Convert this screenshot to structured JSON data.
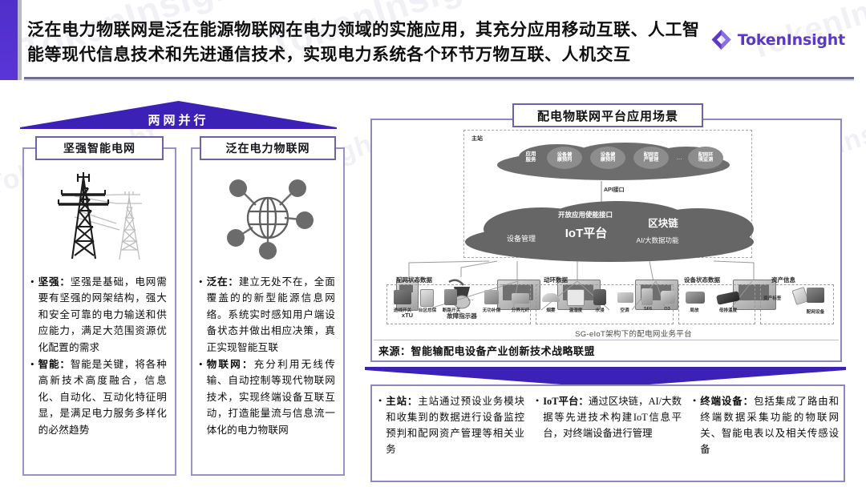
{
  "header": {
    "title": "泛在电力物联网是泛在能源物联网在电力领域的实施应用，其充分应用移动互联、人工智能等现代信息技术和先进通信技术，实现电力系统各个环节万物互联、人机交互",
    "logo_text": "TokenInsight",
    "logo_mark_icon": "diamond-logo-icon",
    "accent_color": "#5b38c9",
    "rule_color": "#6f6f86"
  },
  "left": {
    "roof_label": "两网并行",
    "roof_color": "#3b21b5",
    "pillars": [
      {
        "title": "坚强智能电网",
        "art_icon": "transmission-tower-icon",
        "bullets": [
          {
            "term": "坚强：",
            "text": "坚强是基础，电网需要有坚强的网架结构，强大和安全可靠的电力输送和供应能力，满足大范围资源优化配置的需求"
          },
          {
            "term": "智能：",
            "text": "智能是关键，将各种高新技术高度融合，信息化、自动化、互动化特征明显，是满足电力服务多样化的必然趋势"
          }
        ]
      },
      {
        "title": "泛在电力物联网",
        "art_icon": "globe-network-icon",
        "bullets": [
          {
            "term": "泛在：",
            "text": "建立无处不在，全面覆盖的的新型能源信息网络。系统实时感知用户端设备状态并做出相应决策，真正实现智能互联"
          },
          {
            "term": "物联网：",
            "text": "充分利用无线传输、自动控制等现代物联网技术，实现终端设备互联互动，打造能量流与信息流一体化的电力物联网"
          }
        ]
      }
    ]
  },
  "right": {
    "diagram_title": "配电物联网平台应用场景",
    "diagram_caption": "SG-eIoT架构下的配电网业务平台",
    "source_label": "来源：智能输配电设备产业创新技术战略联盟",
    "diagram": {
      "zone_label": "主站",
      "top_cloud": {
        "left_label": "应用\n服务",
        "pills": [
          "设备健\n康预判",
          "设备健\n康预判",
          "配网资\n产管理",
          "配网环\n境监测"
        ],
        "ellipsis": "…"
      },
      "api_label": "API接口",
      "main_cloud": {
        "top_label": "开放应用使能接口",
        "center_label": "IoT平台",
        "left_label": "设备管理",
        "right_label": "区块链",
        "sub_label": "AI/大数据功能"
      },
      "terminals": [
        {
          "name": "xTU",
          "icon": "rtu-cabinet-icon"
        },
        {
          "name": "故障指示器",
          "icon": "fault-indicator-icon"
        },
        {
          "name": "",
          "icon": "dtu-box-icon"
        },
        {
          "name": "",
          "icon": "dtu-box-icon"
        },
        {
          "name": "",
          "icon": "dtu-box-icon"
        },
        {
          "name": "",
          "icon": "dtu-box-icon"
        }
      ],
      "groups": [
        {
          "label": "配网状态数据",
          "items": [
            "进线开关",
            "台区总保",
            "断路开关",
            "…",
            "无功补偿",
            "分界光纤"
          ]
        },
        {
          "label": "动环数据",
          "items": [
            "烟雾",
            "温湿度",
            "水浸",
            "空调",
            "SF6",
            "O3"
          ]
        },
        {
          "label": "设备状态数据",
          "items": [
            "局放",
            "母排温度"
          ]
        },
        {
          "label": "资产信息",
          "items": [
            "资产标签",
            "配网设备"
          ]
        }
      ]
    },
    "notes": [
      {
        "term": "主站：",
        "text": "主站通过预设业务模块和收集到的数据进行设备监控预判和配网资产管理等相关业务"
      },
      {
        "term": "IoT平台：",
        "text": "通过区块链，AI/大数据等先进技术构建IoT信息平台，对终端设备进行管理"
      },
      {
        "term": "终端设备：",
        "text": "包括集成了路由和终端数据采集功能的物联网关、智能电表以及相关传感设备"
      }
    ],
    "chevron_color": "#3b21b5"
  },
  "watermarks": [
    "TokenInsight",
    "TokenInsight",
    "TokenInsight",
    "TokenInsight",
    "TokenInsight",
    "TokenInsight"
  ]
}
